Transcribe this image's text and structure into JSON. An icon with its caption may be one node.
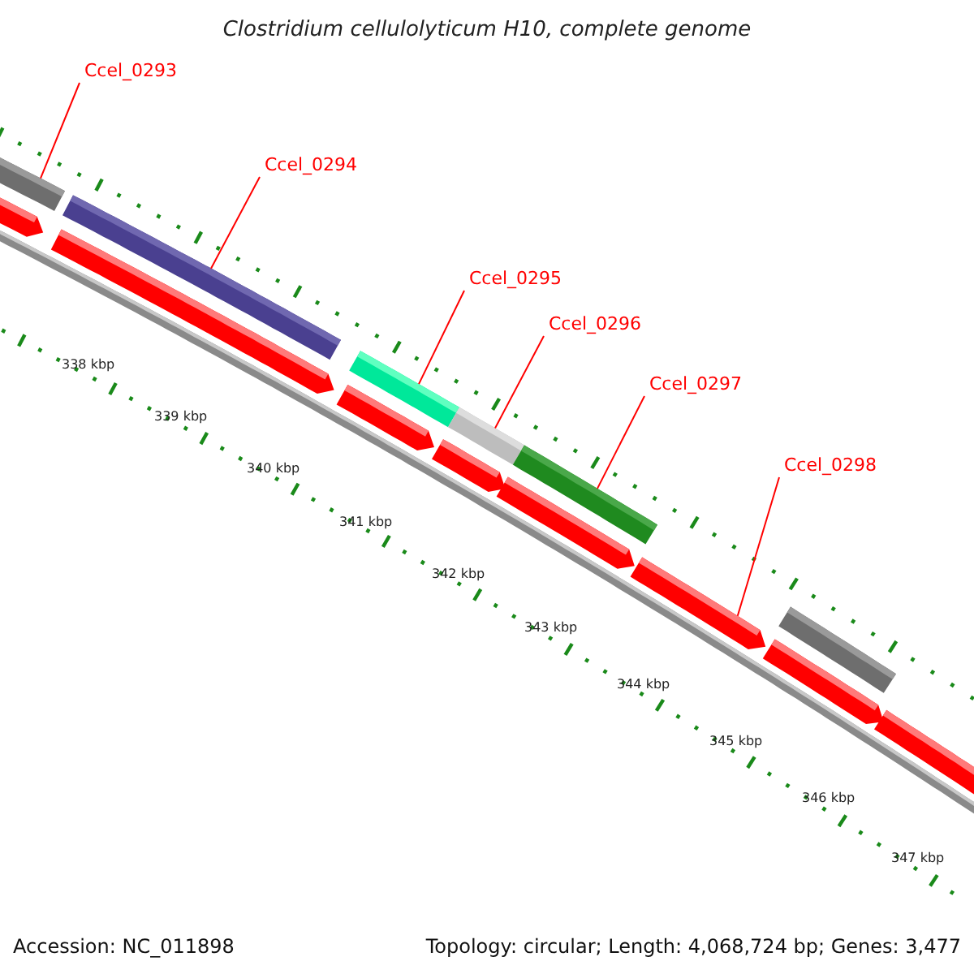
{
  "diagram": {
    "title": "Clostridium cellulolyticum H10, complete genome",
    "nodes": [
      {
        "text": [
          "Ccel_0293"
        ]
      },
      {
        "text": [
          "Ccel_0294"
        ]
      },
      {
        "text": [
          "Ccel_0295"
        ]
      },
      {
        "text": [
          "Ccel_0296"
        ]
      },
      {
        "text": [
          "Ccel_0297"
        ]
      },
      {
        "text": [
          "Ccel_0298"
        ]
      },
      {
        "text": [],
        "shape": "bar"
      },
      {
        "text": [],
        "shape": "bar"
      },
      {
        "text": [],
        "shape": "bar"
      },
      {
        "text": [],
        "shape": "bar"
      },
      {
        "text": [],
        "shape": "bar"
      },
      {
        "text": [],
        "shape": "bar"
      },
      {
        "text": [],
        "shape": "pentagon"
      },
      {
        "text": [],
        "shape": "pentagon"
      },
      {
        "text": [],
        "shape": "pentagon"
      },
      {
        "text": [],
        "shape": "pentagon"
      },
      {
        "text": [],
        "shape": "pentagon"
      },
      {
        "text": [],
        "shape": "pentagon"
      },
      {
        "text": [],
        "shape": "pentagon"
      },
      {
        "text": [],
        "shape": "pentagon"
      }
    ],
    "edges": [
      {
        "from": 0,
        "to": 6,
        "arrow": "none"
      },
      {
        "from": 1,
        "to": 7,
        "arrow": "none"
      },
      {
        "from": 2,
        "to": 8,
        "arrow": "none"
      },
      {
        "from": 3,
        "to": 9,
        "arrow": "none"
      },
      {
        "from": 4,
        "to": 10,
        "arrow": "none"
      },
      {
        "from": 5,
        "to": 17,
        "arrow": "none"
      }
    ],
    "labels": [
      "338 kbp",
      "339 kbp",
      "340 kbp",
      "341 kbp",
      "342 kbp",
      "343 kbp",
      "344 kbp",
      "345 kbp",
      "346 kbp",
      "347 kbp",
      "Accession: NC_011898",
      "Topology: circular; Length: 4,068,724 bp; Genes: 3,477"
    ]
  }
}
